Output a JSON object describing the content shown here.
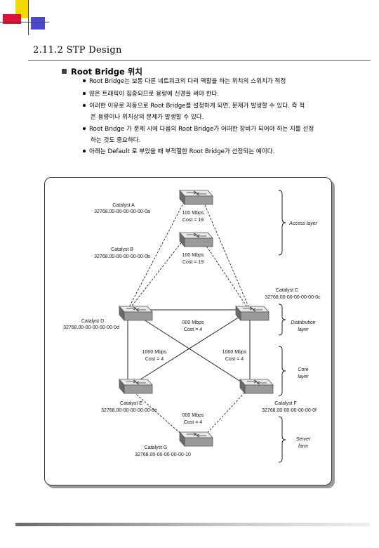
{
  "section_title": "2.11.2 STP Design",
  "subheading": "Root Bridge 위치",
  "bullets": [
    "Root Bridge는 보통 다른 네트워크의 다리 역할을 하는 위치의 스위치가 적정",
    "많은 트래픽이 집중되므로 용량에 신경을 써야 한다.",
    "이러한 이유로 자동으로 Root Bridge를 설정하게 되면, 문제가 발생할 수 있다. 즉 적",
    "Root Bridge 가 문제 시에 다음의 Root Bridge가 어떠한 장비가 되어야 하는 지를 선정",
    "아래는 Default 로 부었을 때 부적절한 Root Bridge가 선정되는 예이다."
  ],
  "bullet_continuations": {
    "b3": "은 용량이나 위치상의 문제가 발생할 수 있다.",
    "b4": "하는 것도 중요하다."
  },
  "diagram": {
    "switches": {
      "A": {
        "name": "Catalyst A",
        "id": "32768.00-00-00-00-00-0a"
      },
      "B": {
        "name": "Catalyst B",
        "id": "32768.00-00-00-00-00-0b"
      },
      "C": {
        "name": "Catalyst C",
        "id": "32768.00-00-00-00-00-0c"
      },
      "D": {
        "name": "Catalyst D",
        "id": "32768.00-00-00-00-00-0d"
      },
      "E": {
        "name": "Catalyst E",
        "id": "32768.00-00-00-00-00-0e"
      },
      "F": {
        "name": "Catalyst F",
        "id": "32768.00-00-00-00-00-0f"
      },
      "G": {
        "name": "Catalyst G",
        "id": "32768.00-00-00-00-00-10"
      }
    },
    "link_labels": {
      "ab": [
        "100 Mbps",
        "Cost = 19"
      ],
      "bc": [
        "100 Mbps",
        "Cost = 19"
      ],
      "dc": [
        "000 Mbps",
        "Cost = 4"
      ],
      "left": [
        "1000 Mbps",
        "Cost = 4"
      ],
      "right": [
        "1000 Mbps",
        "Cost = 4"
      ],
      "eg": [
        "000 Mbps",
        "Cost = 4"
      ]
    },
    "layers": [
      "Access layer",
      "Distribution layer",
      "Core layer",
      "Server farm"
    ]
  },
  "colors": {
    "deco_yellow": "#f5d800",
    "deco_red": "#e0103a",
    "deco_blue": "#4a4ad0"
  }
}
